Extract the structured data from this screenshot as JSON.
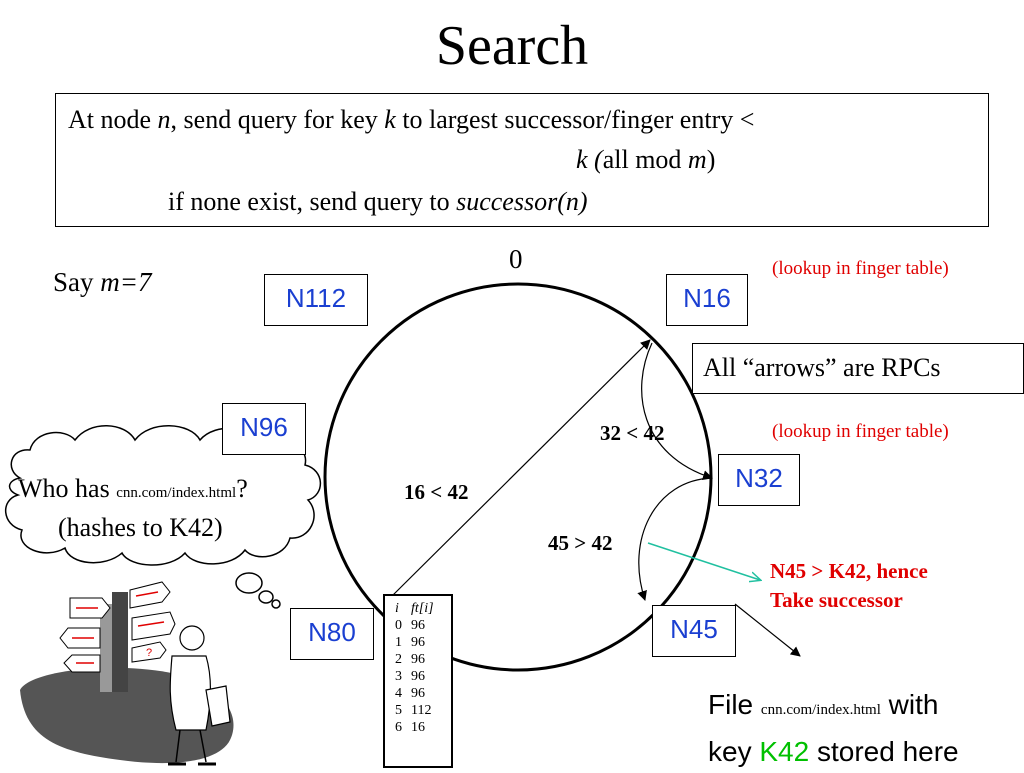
{
  "title": "Search",
  "rule": {
    "l1_a": "At node ",
    "l1_n": "n",
    "l1_b": ", send query for key ",
    "l1_k": "k",
    "l1_c": " to largest successor/finger entry <",
    "l2_k": "k (",
    "l2_b": "all mod ",
    "l2_m": "m",
    "l2_c": ")",
    "l3_a": "if none exist, send query to ",
    "l3_b": "successor(n)"
  },
  "say": {
    "a": "Say ",
    "b": "m=7"
  },
  "ring_zero": "0",
  "nodes": {
    "n112": "N112",
    "n16": "N16",
    "n96": "N96",
    "n32": "N32",
    "n80": "N80",
    "n45": "N45"
  },
  "notes": {
    "lookup1": "(lookup in finger table)",
    "lookup2": "(lookup in finger table)",
    "rpcs": "All “arrows” are RPCs",
    "cmp1": "16 < 42",
    "cmp2": "32 < 42",
    "cmp3": "45 > 42",
    "n45_note_1": "N45 > K42, hence",
    "n45_note_2": "Take successor"
  },
  "bubble": {
    "a": "Who has ",
    "url": "cnn.com/index.html",
    "q": "?",
    "line2": "(hashes to K42)"
  },
  "finger_table": {
    "header_i": "i",
    "header_ft": "ft[i]",
    "rows": [
      {
        "i": "0",
        "ft": "96"
      },
      {
        "i": "1",
        "ft": "96"
      },
      {
        "i": "2",
        "ft": "96"
      },
      {
        "i": "3",
        "ft": "96"
      },
      {
        "i": "4",
        "ft": "96"
      },
      {
        "i": "5",
        "ft": "112"
      },
      {
        "i": "6",
        "ft": "16"
      }
    ]
  },
  "file_note": {
    "a": "File ",
    "url": "cnn.com/index.html",
    "b": " with",
    "c": "key ",
    "key": "K42",
    "d": " stored here"
  },
  "colors": {
    "node_text": "#1a3fd1",
    "red": "#e00000",
    "green": "#00c000",
    "teal": "#20c0a0"
  }
}
